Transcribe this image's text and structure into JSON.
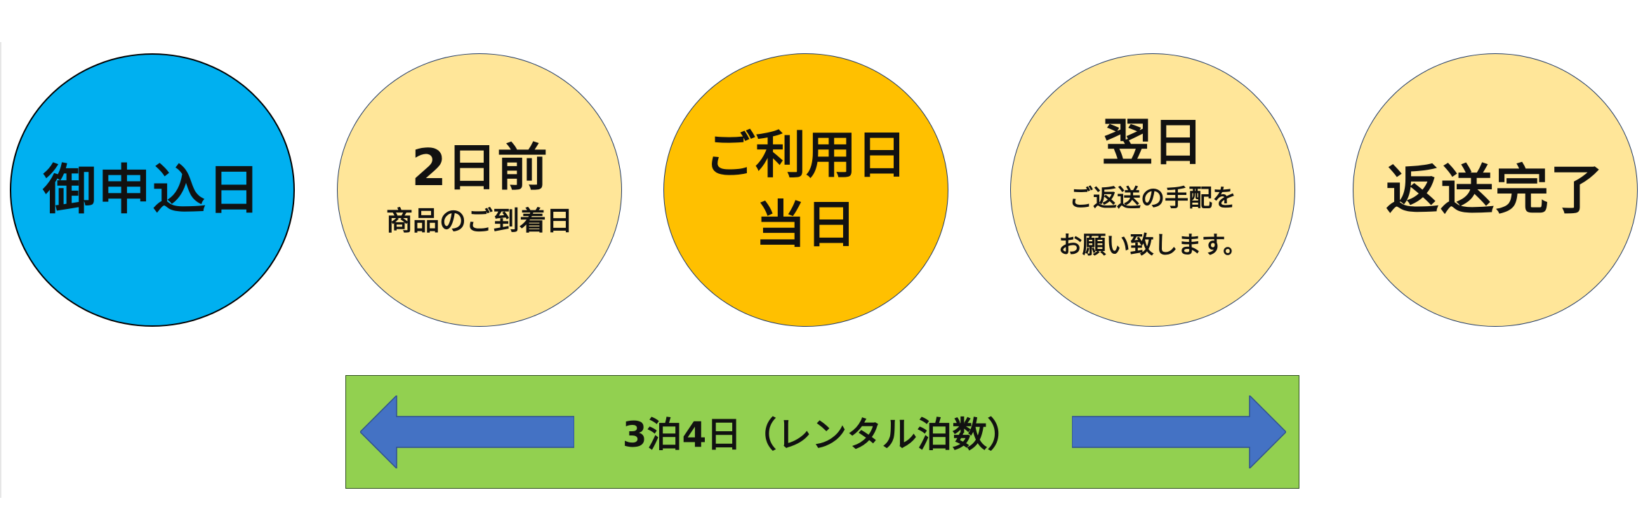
{
  "steps": [
    {
      "lines": [
        "御申込日"
      ],
      "color": "#00b0f0"
    },
    {
      "lines": [
        "2日前"
      ],
      "sub": [
        "商品のご到着日"
      ],
      "color": "#ffe699"
    },
    {
      "lines": [
        "ご利用日",
        "当日"
      ],
      "color": "#ffc000"
    },
    {
      "lines": [
        "翌日"
      ],
      "sub": [
        "ご返送の手配を",
        "お願い致します。"
      ],
      "color": "#ffe699"
    },
    {
      "lines": [
        "返送完了"
      ],
      "color": "#ffe699"
    }
  ],
  "duration_bar": {
    "label": "3泊4日（レンタル泊数）",
    "bar_color": "#92d050",
    "arrow_color": "#4472c4"
  }
}
